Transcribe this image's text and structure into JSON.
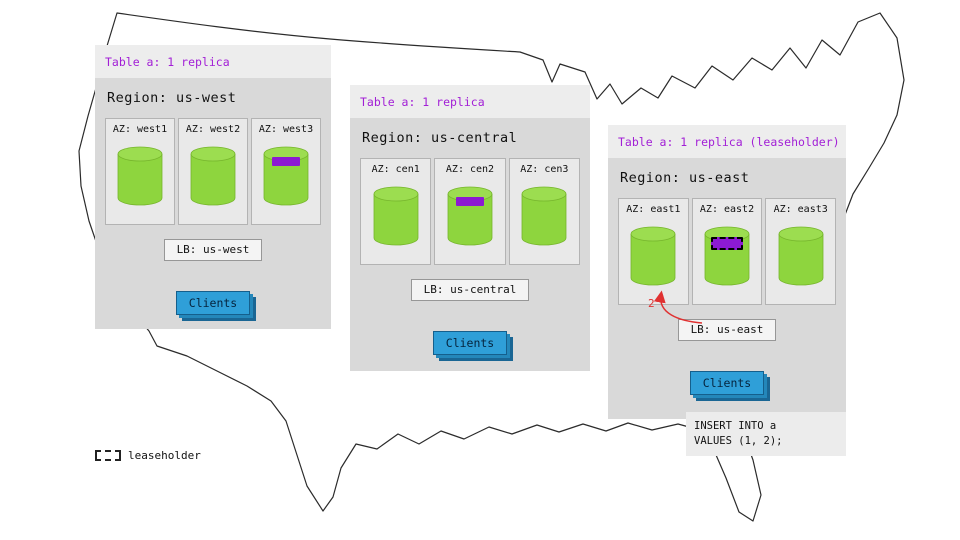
{
  "panels": {
    "west": {
      "table_label": "Table a: 1 replica",
      "region_label": "Region: us-west",
      "azs": [
        {
          "label": "AZ: west1"
        },
        {
          "label": "AZ: west2"
        },
        {
          "label": "AZ: west3"
        }
      ],
      "lb_label": "LB: us-west",
      "clients_label": "Clients"
    },
    "central": {
      "table_label": "Table a: 1 replica",
      "region_label": "Region: us-central",
      "azs": [
        {
          "label": "AZ: cen1"
        },
        {
          "label": "AZ: cen2"
        },
        {
          "label": "AZ: cen3"
        }
      ],
      "lb_label": "LB: us-central",
      "clients_label": "Clients"
    },
    "east": {
      "table_label": "Table a: 1 replica (leaseholder)",
      "region_label": "Region: us-east",
      "azs": [
        {
          "label": "AZ: east1"
        },
        {
          "label": "AZ: east2"
        },
        {
          "label": "AZ: east3"
        }
      ],
      "lb_label": "LB: us-east",
      "clients_label": "Clients"
    }
  },
  "arrow": {
    "label": "2"
  },
  "sql_note": {
    "line1": "INSERT INTO a",
    "line2": "VALUES (1, 2);"
  },
  "legend": {
    "label": "leaseholder"
  },
  "icons": {
    "database": "green-cylinder",
    "replica": "purple-band",
    "leaseholder": "purple-band-dashed-outline"
  },
  "colors": {
    "header_purple": "#a21fd6",
    "replica_purple": "#8c1ad2",
    "cylinder_green": "#8ed53e",
    "clients_blue": "#2f9fd8",
    "arrow_red": "#e03131",
    "panel_gray": "#d9d9d9"
  }
}
